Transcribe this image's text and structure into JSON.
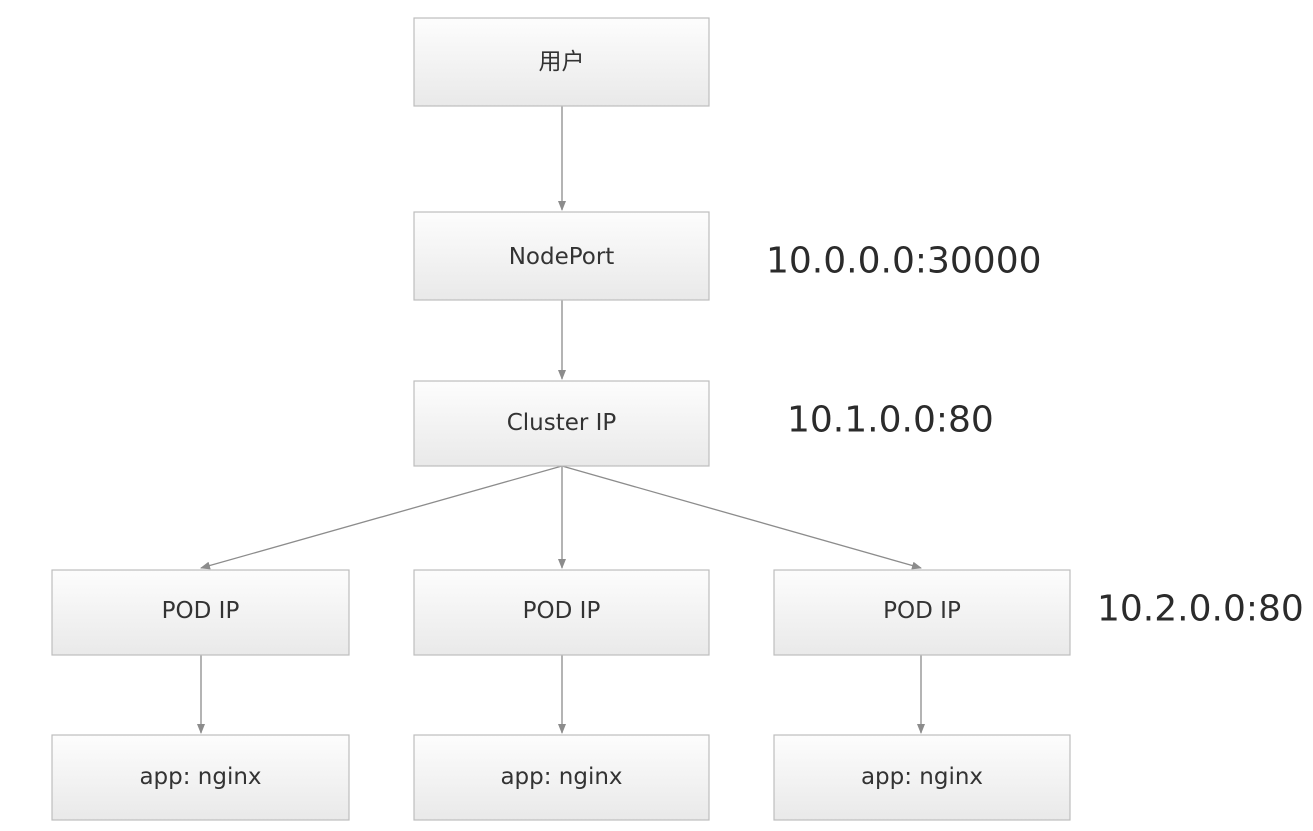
{
  "nodes": {
    "user": "用户",
    "nodeport": "NodePort",
    "cluster_ip": "Cluster IP",
    "pod_1": "POD IP",
    "pod_2": "POD IP",
    "pod_3": "POD IP",
    "app_1": "app: nginx",
    "app_2": "app: nginx",
    "app_3": "app: nginx"
  },
  "annotations": {
    "nodeport_addr": "10.0.0.0:30000",
    "cluster_addr": "10.1.0.0:80",
    "pod_addr": "10.2.0.0:80"
  },
  "edges": [
    [
      "user",
      "nodeport"
    ],
    [
      "nodeport",
      "cluster_ip"
    ],
    [
      "cluster_ip",
      "pod_1"
    ],
    [
      "cluster_ip",
      "pod_2"
    ],
    [
      "cluster_ip",
      "pod_3"
    ],
    [
      "pod_1",
      "app_1"
    ],
    [
      "pod_2",
      "app_2"
    ],
    [
      "pod_3",
      "app_3"
    ]
  ],
  "colors": {
    "box_top": "#fdfdfd",
    "box_bottom": "#e9e9e9",
    "box_border": "#bdbdbd",
    "edge": "#8c8c8c"
  }
}
